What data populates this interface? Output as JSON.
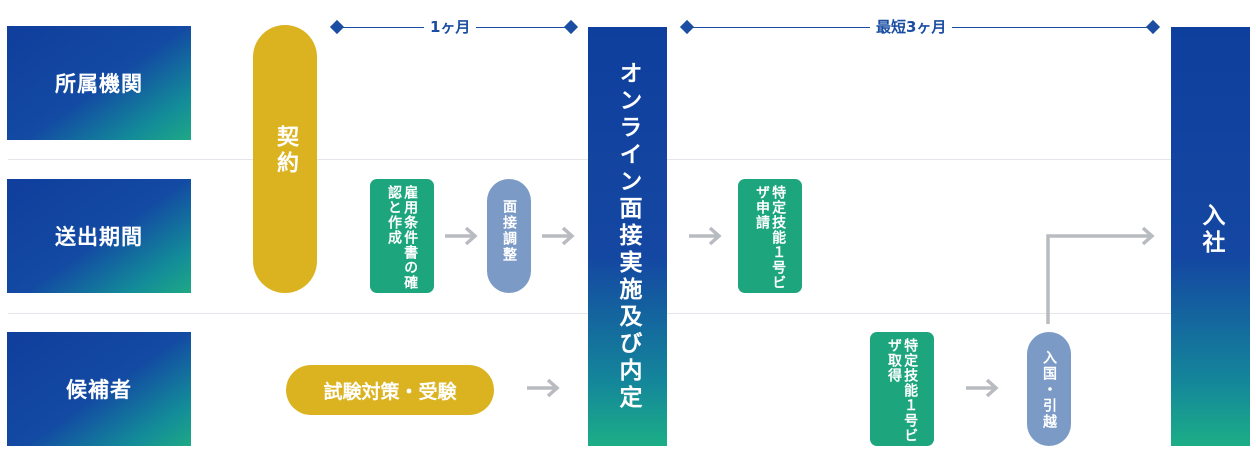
{
  "lanes": {
    "affiliation": "所属機関",
    "sending": "送出期間",
    "candidate": "候補者"
  },
  "periods": {
    "first": "1ヶ月",
    "second": "最短3ヶ月"
  },
  "steps": {
    "contract": "契約",
    "exam_prep": "試験対策・受験",
    "employment_terms": "雇用条件書の確認と作成",
    "interview_coord": "面接調整",
    "online_interview": "オンライン面接実施及び内定",
    "visa_apply": "特定技能１号ビザ申請",
    "visa_obtain": "特定技能１号ビザ取得",
    "entry_move": "入国・引越",
    "join": "入社"
  },
  "colors": {
    "navy": "#0f3f9d",
    "teal": "#1da57d",
    "gold": "#dbb21f",
    "steel_blue": "#7b9bc6",
    "arrow_gray": "#b8bcc0"
  }
}
